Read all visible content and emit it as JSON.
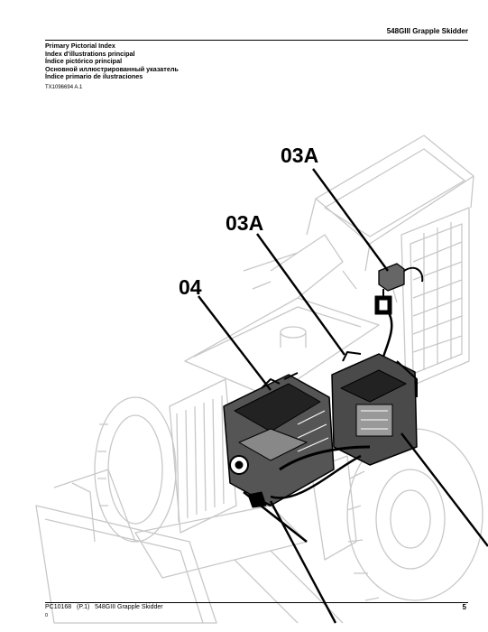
{
  "header": {
    "title": "548GIII Grapple Skidder"
  },
  "index": {
    "titles": [
      "Primary Pictorial Index",
      "Index d'illustrations principal",
      "Índice pictórico principal",
      "Основной иллюстрированный указатель",
      "Índice primario de ilustraciones"
    ],
    "ref": "TX1096694 A.1"
  },
  "illustration": {
    "callouts": [
      "03A",
      "03A",
      "04"
    ],
    "colors": {
      "machine_outline": "#c8c8c8",
      "highlight": "#000000"
    }
  },
  "footer": {
    "doc": "PC10168   (P.1)   548GIII Grapple Skidder",
    "page": "5",
    "sub": "0"
  }
}
